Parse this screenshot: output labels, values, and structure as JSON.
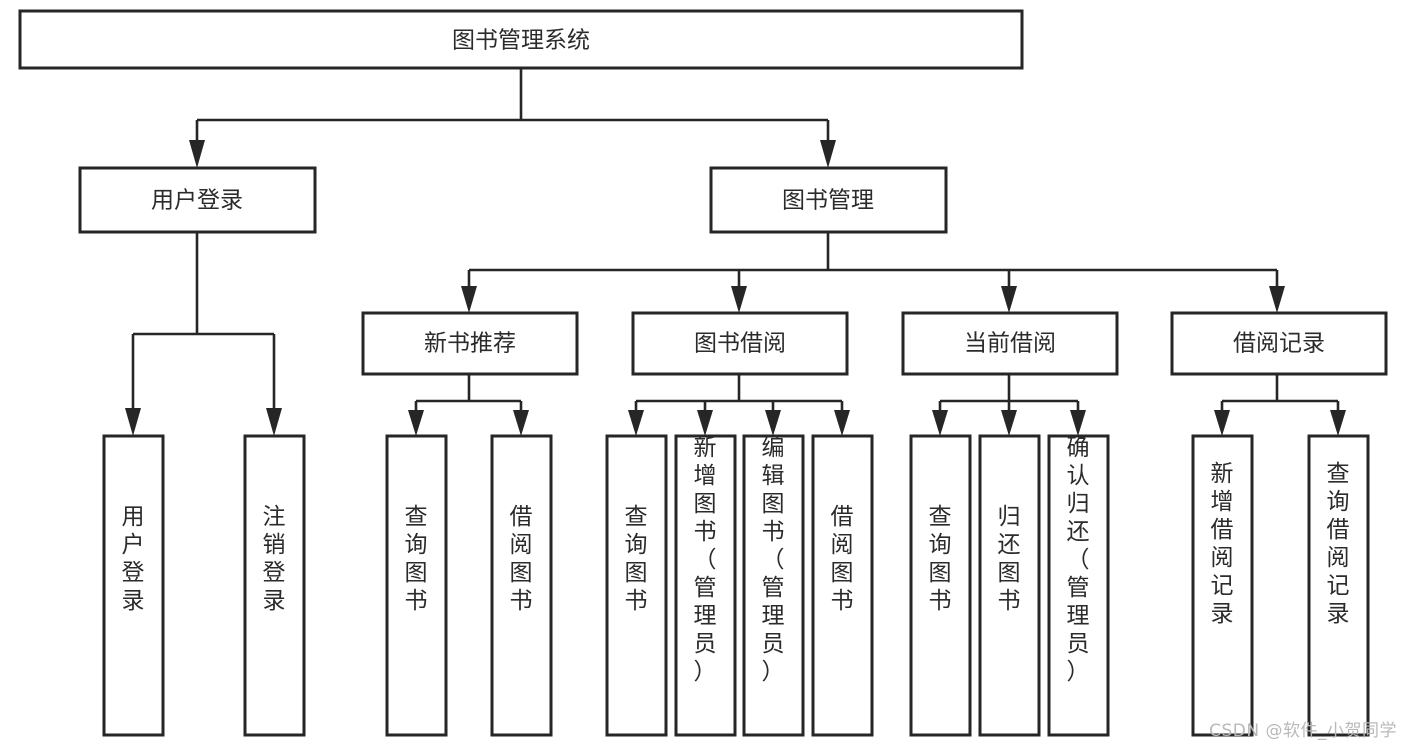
{
  "diagram": {
    "type": "tree-hierarchy",
    "title": "图书管理系统",
    "watermark": "CSDN @软件_小贺同学",
    "colors": {
      "stroke": "#262626",
      "fill": "#ffffff",
      "text": "#2b2b2b",
      "watermark": "#b9b9b9",
      "background": "#ffffff"
    },
    "levels": {
      "root": "图书管理系统",
      "level2": [
        "用户登录",
        "图书管理"
      ],
      "level3": [
        "新书推荐",
        "图书借阅",
        "当前借阅",
        "借阅记录"
      ]
    },
    "nodes": {
      "root": {
        "label": "图书管理系统",
        "orientation": "horizontal"
      },
      "user_login": {
        "label": "用户登录",
        "orientation": "horizontal"
      },
      "book_manage": {
        "label": "图书管理",
        "orientation": "horizontal"
      },
      "new_book_rec": {
        "label": "新书推荐",
        "orientation": "horizontal"
      },
      "book_borrow": {
        "label": "图书借阅",
        "orientation": "horizontal"
      },
      "current_borrow": {
        "label": "当前借阅",
        "orientation": "horizontal"
      },
      "borrow_record": {
        "label": "借阅记录",
        "orientation": "horizontal"
      },
      "leaf_user_login": {
        "label": "用户登录",
        "orientation": "vertical"
      },
      "leaf_logout_login": {
        "label": "注销登录",
        "orientation": "vertical"
      },
      "leaf_query_book_1": {
        "label": "查询图书",
        "orientation": "vertical"
      },
      "leaf_borrow_book_1": {
        "label": "借阅图书",
        "orientation": "vertical"
      },
      "leaf_query_book_2": {
        "label": "查询图书",
        "orientation": "vertical"
      },
      "leaf_add_book": {
        "label": "新增图书（管理员）",
        "orientation": "vertical"
      },
      "leaf_edit_book": {
        "label": "编辑图书（管理员）",
        "orientation": "vertical"
      },
      "leaf_borrow_book_2": {
        "label": "借阅图书",
        "orientation": "vertical"
      },
      "leaf_query_book_3": {
        "label": "查询图书",
        "orientation": "vertical"
      },
      "leaf_return_book": {
        "label": "归还图书",
        "orientation": "vertical"
      },
      "leaf_confirm_return": {
        "label": "确认归还（管理员）",
        "orientation": "vertical"
      },
      "leaf_add_record": {
        "label": "新增借阅记录",
        "orientation": "vertical"
      },
      "leaf_query_record": {
        "label": "查询借阅记录",
        "orientation": "vertical"
      }
    },
    "edges": [
      {
        "from": "root",
        "to": "user_login"
      },
      {
        "from": "root",
        "to": "book_manage"
      },
      {
        "from": "user_login",
        "to": "leaf_user_login"
      },
      {
        "from": "user_login",
        "to": "leaf_logout_login"
      },
      {
        "from": "book_manage",
        "to": "new_book_rec"
      },
      {
        "from": "book_manage",
        "to": "book_borrow"
      },
      {
        "from": "book_manage",
        "to": "current_borrow"
      },
      {
        "from": "book_manage",
        "to": "borrow_record"
      },
      {
        "from": "new_book_rec",
        "to": "leaf_query_book_1"
      },
      {
        "from": "new_book_rec",
        "to": "leaf_borrow_book_1"
      },
      {
        "from": "book_borrow",
        "to": "leaf_query_book_2"
      },
      {
        "from": "book_borrow",
        "to": "leaf_add_book"
      },
      {
        "from": "book_borrow",
        "to": "leaf_edit_book"
      },
      {
        "from": "book_borrow",
        "to": "leaf_borrow_book_2"
      },
      {
        "from": "current_borrow",
        "to": "leaf_query_book_3"
      },
      {
        "from": "current_borrow",
        "to": "leaf_return_book"
      },
      {
        "from": "current_borrow",
        "to": "leaf_confirm_return"
      },
      {
        "from": "borrow_record",
        "to": "leaf_add_record"
      },
      {
        "from": "borrow_record",
        "to": "leaf_query_record"
      }
    ]
  }
}
